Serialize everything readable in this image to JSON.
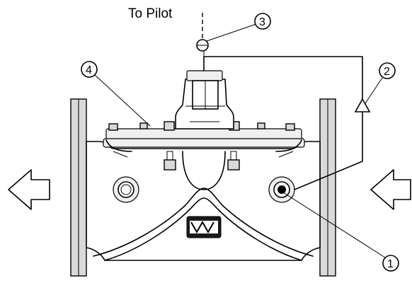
{
  "title": "To Pilot",
  "callouts": [
    {
      "id": "callout-1",
      "label": "1"
    },
    {
      "id": "callout-2",
      "label": "2"
    },
    {
      "id": "callout-3",
      "label": "3"
    },
    {
      "id": "callout-4",
      "label": "4"
    }
  ]
}
